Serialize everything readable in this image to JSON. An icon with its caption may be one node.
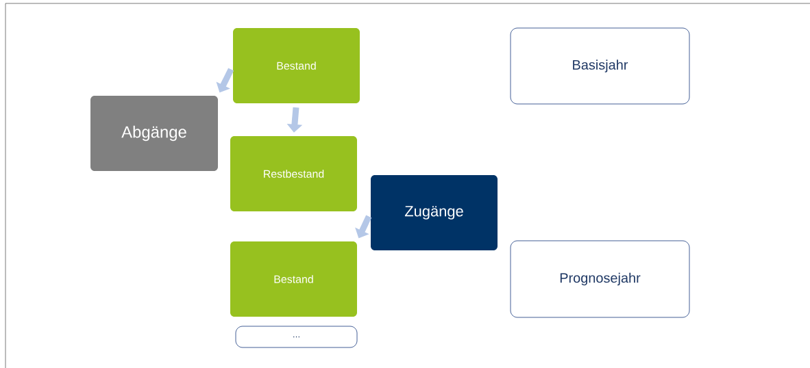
{
  "diagram": {
    "nodes": [
      {
        "text": [
          "Bestand"
        ]
      },
      {
        "text": [
          "Abgänge"
        ]
      },
      {
        "text": [
          "Restbestand"
        ]
      },
      {
        "text": [
          "Zugänge"
        ]
      },
      {
        "text": [
          "Bestand"
        ]
      },
      {
        "text": [
          "…"
        ]
      },
      {
        "text": [
          "Basisjahr"
        ]
      },
      {
        "text": [
          "Prognosejahr"
        ]
      }
    ],
    "edges": [
      {
        "from": 0,
        "to": 1,
        "arrow": "to"
      },
      {
        "from": 0,
        "to": 2,
        "arrow": "to"
      },
      {
        "from": 3,
        "to": 4,
        "arrow": "to"
      }
    ]
  }
}
